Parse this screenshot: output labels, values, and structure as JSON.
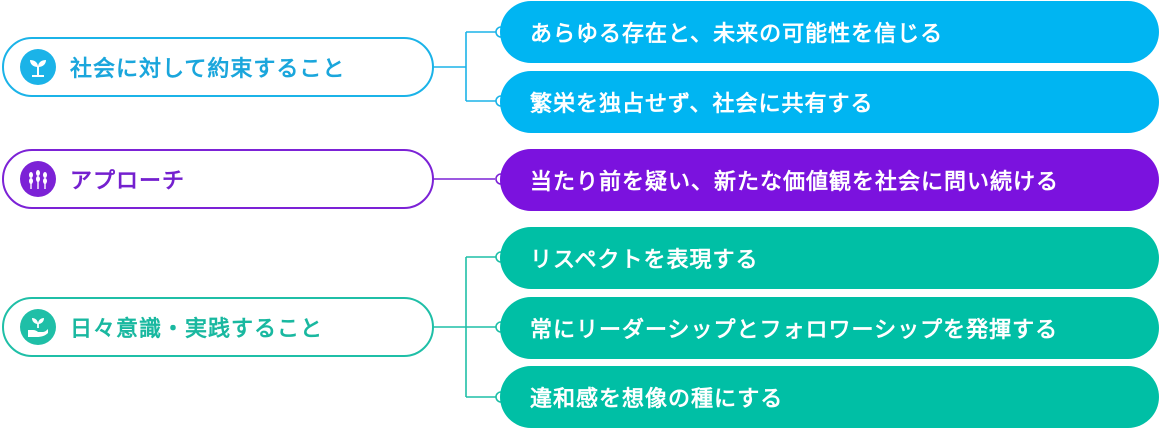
{
  "categories": [
    {
      "label": "社会に対して約束すること",
      "icon": "sprout-icon",
      "color": "#1bb3e8",
      "items": [
        "あらゆる存在と、未来の可能性を信じる",
        "繁栄を独占せず、社会に共有する"
      ]
    },
    {
      "label": "アプローチ",
      "icon": "wheat-icon",
      "color": "#7c22d6",
      "items": [
        "当たり前を疑い、新たな価値観を社会に問い続ける"
      ]
    },
    {
      "label": "日々意識・実践すること",
      "icon": "hand-sprout-icon",
      "color": "#1fbfa7",
      "items": [
        "リスペクトを表現する",
        "常にリーダーシップとフォロワーシップを発揮する",
        "違和感を想像の種にする"
      ]
    }
  ]
}
